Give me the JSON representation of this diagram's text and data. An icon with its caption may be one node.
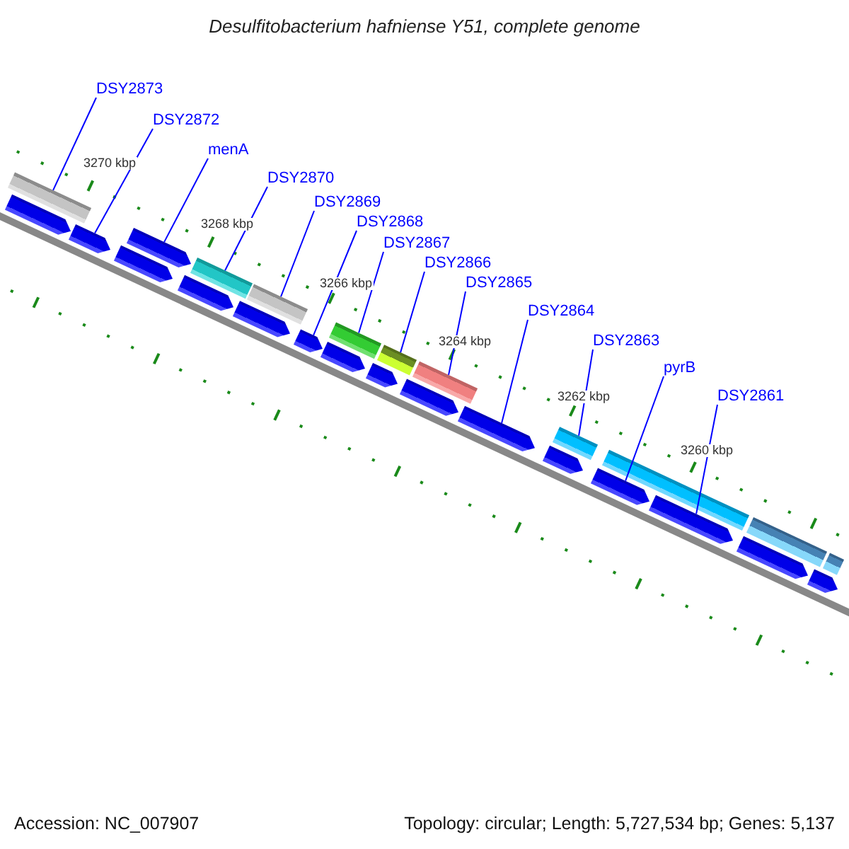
{
  "diagram": {
    "title": "Desulfitobacterium hafniense Y51, complete genome",
    "nodes": [
      {
        "text": [
          "DSY2873"
        ]
      },
      {
        "text": [
          "DSY2872"
        ]
      },
      {
        "text": [
          "menA"
        ]
      },
      {
        "text": [
          "DSY2870"
        ]
      },
      {
        "text": [
          "DSY2869"
        ]
      },
      {
        "text": [
          "DSY2868"
        ]
      },
      {
        "text": [
          "DSY2867"
        ]
      },
      {
        "text": [
          "DSY2866"
        ]
      },
      {
        "text": [
          "DSY2865"
        ]
      },
      {
        "text": [
          "DSY2864"
        ]
      },
      {
        "text": [
          "DSY2863"
        ]
      },
      {
        "text": [
          "pyrB"
        ]
      },
      {
        "text": [
          "DSY2861"
        ]
      },
      {
        "text": [],
        "shape": "arrow"
      },
      {
        "text": [],
        "shape": "bar"
      },
      {
        "text": [],
        "shape": "arrow"
      },
      {
        "text": [],
        "shape": "arrow"
      },
      {
        "text": [],
        "shape": "arrow"
      },
      {
        "text": [],
        "shape": "arrow"
      },
      {
        "text": [],
        "shape": "bar"
      },
      {
        "text": [],
        "shape": "arrow"
      },
      {
        "text": [],
        "shape": "bar"
      },
      {
        "text": [],
        "shape": "arrow"
      },
      {
        "text": [],
        "shape": "arrow"
      },
      {
        "text": [],
        "shape": "bar"
      },
      {
        "text": [],
        "shape": "arrow"
      },
      {
        "text": [],
        "shape": "bar"
      },
      {
        "text": [],
        "shape": "arrow"
      },
      {
        "text": [],
        "shape": "bar"
      },
      {
        "text": [],
        "shape": "arrow"
      },
      {
        "text": [],
        "shape": "arrow"
      },
      {
        "text": [],
        "shape": "bar"
      },
      {
        "text": [],
        "shape": "arrow"
      },
      {
        "text": [],
        "shape": "bar"
      },
      {
        "text": [],
        "shape": "arrow"
      },
      {
        "text": [],
        "shape": "arrow"
      },
      {
        "text": [],
        "shape": "bar"
      },
      {
        "text": [],
        "shape": "arrow"
      },
      {
        "text": [],
        "shape": "bar"
      }
    ],
    "edges": [
      {
        "from": 0,
        "to": 14,
        "arrow": "none"
      },
      {
        "from": 1,
        "to": 15,
        "arrow": "none"
      },
      {
        "from": 2,
        "to": 17,
        "arrow": "none"
      },
      {
        "from": 3,
        "to": 19,
        "arrow": "none"
      },
      {
        "from": 4,
        "to": 21,
        "arrow": "none"
      },
      {
        "from": 5,
        "to": 22,
        "arrow": "none"
      },
      {
        "from": 6,
        "to": 24,
        "arrow": "none"
      },
      {
        "from": 7,
        "to": 26,
        "arrow": "none"
      },
      {
        "from": 8,
        "to": 28,
        "arrow": "none"
      },
      {
        "from": 9,
        "to": 29,
        "arrow": "none"
      },
      {
        "from": 10,
        "to": 31,
        "arrow": "none"
      },
      {
        "from": 11,
        "to": 32,
        "arrow": "none"
      },
      {
        "from": 12,
        "to": 34,
        "arrow": "none"
      }
    ],
    "labels": [
      "3270 kbp",
      "3268 kbp",
      "3266 kbp",
      "3264 kbp",
      "3262 kbp",
      "3260 kbp",
      "Accession: NC_007907",
      "Topology: circular; Length: 5,727,534 bp; Genes: 5,137"
    ]
  }
}
